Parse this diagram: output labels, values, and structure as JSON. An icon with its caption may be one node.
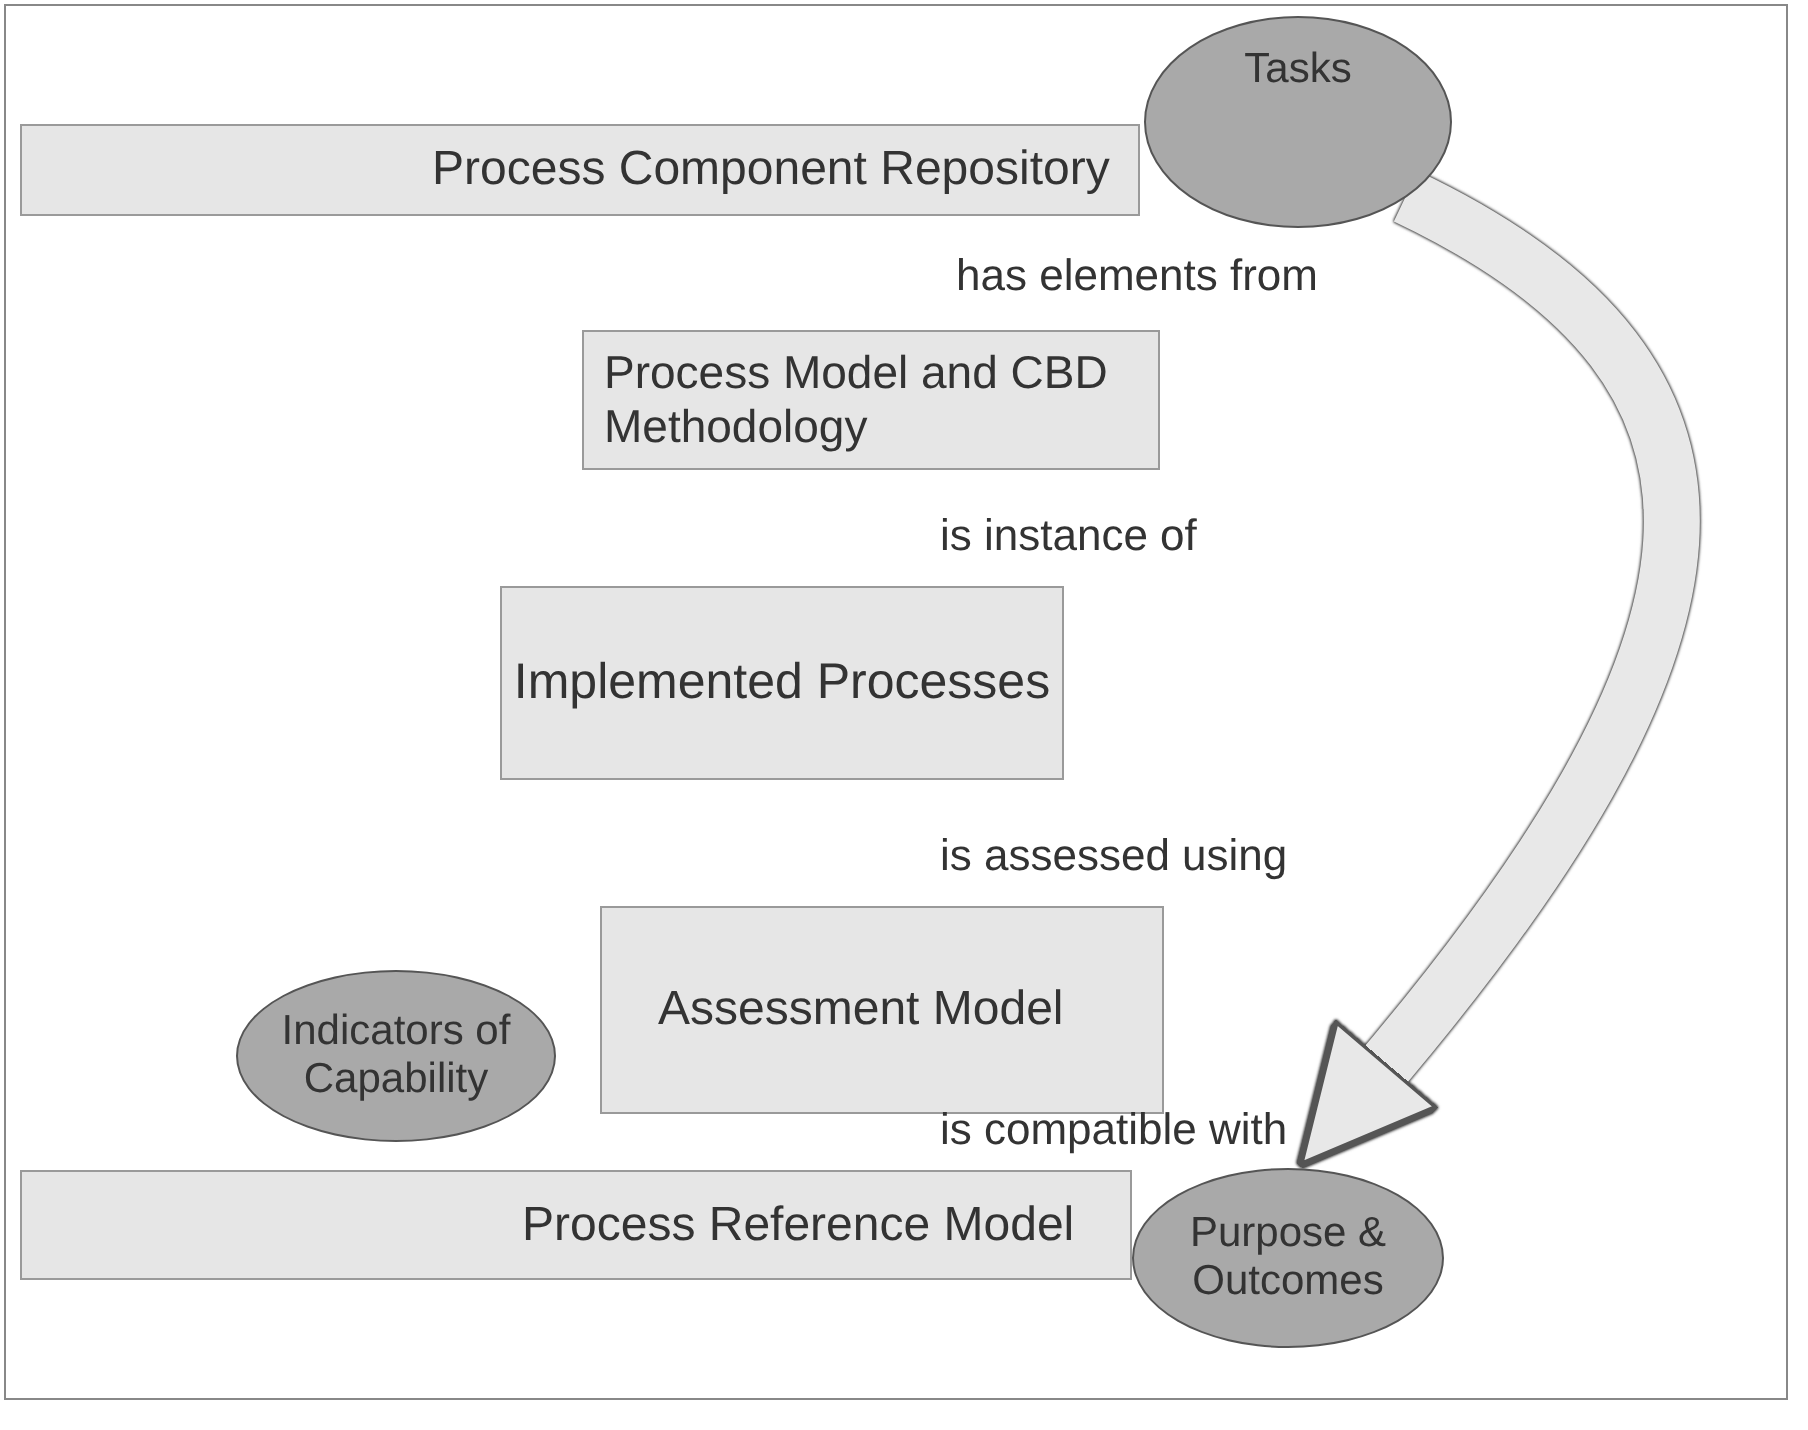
{
  "diagram": {
    "nodes": [
      {
        "text": [
          "Process Component Repository"
        ]
      },
      {
        "text": [
          "Tasks"
        ]
      },
      {
        "text": [
          "Process Model and CBD Methodology"
        ]
      },
      {
        "text": [
          "Implemented Processes"
        ]
      },
      {
        "text": [
          "Indicators of Capability"
        ]
      },
      {
        "text": [
          "Assessment Model"
        ]
      },
      {
        "text": [
          "Process Reference Model"
        ]
      },
      {
        "text": [
          "Purpose & Outcomes"
        ]
      }
    ],
    "edges": [
      {
        "from": 1,
        "to": 7,
        "arrow": "to"
      }
    ],
    "labels": [
      "has elements from",
      "is instance of",
      "is assessed using",
      "is compatible with"
    ]
  }
}
